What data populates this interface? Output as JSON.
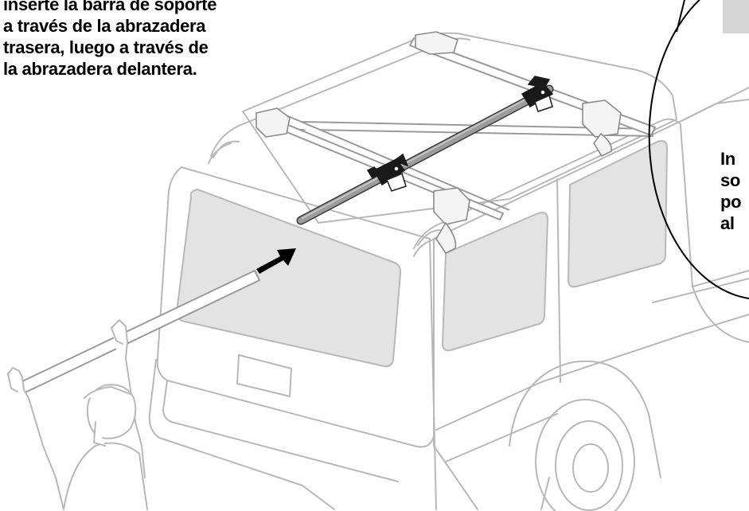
{
  "instructions": {
    "lines": [
      "inserte la barra de soporte",
      "a través de la abrazadera",
      "trasera, luego a través de",
      "la abrazadera delantera."
    ]
  },
  "callout": {
    "lines": [
      "In",
      "so",
      "po",
      "al"
    ]
  },
  "colors": {
    "outline": "#b8b8b8",
    "window_fill": "#e3e3e3",
    "bar_fill": "#9c9c9c",
    "clamp": "#1a1a1a",
    "tab_fill": "#d6d6d6"
  }
}
